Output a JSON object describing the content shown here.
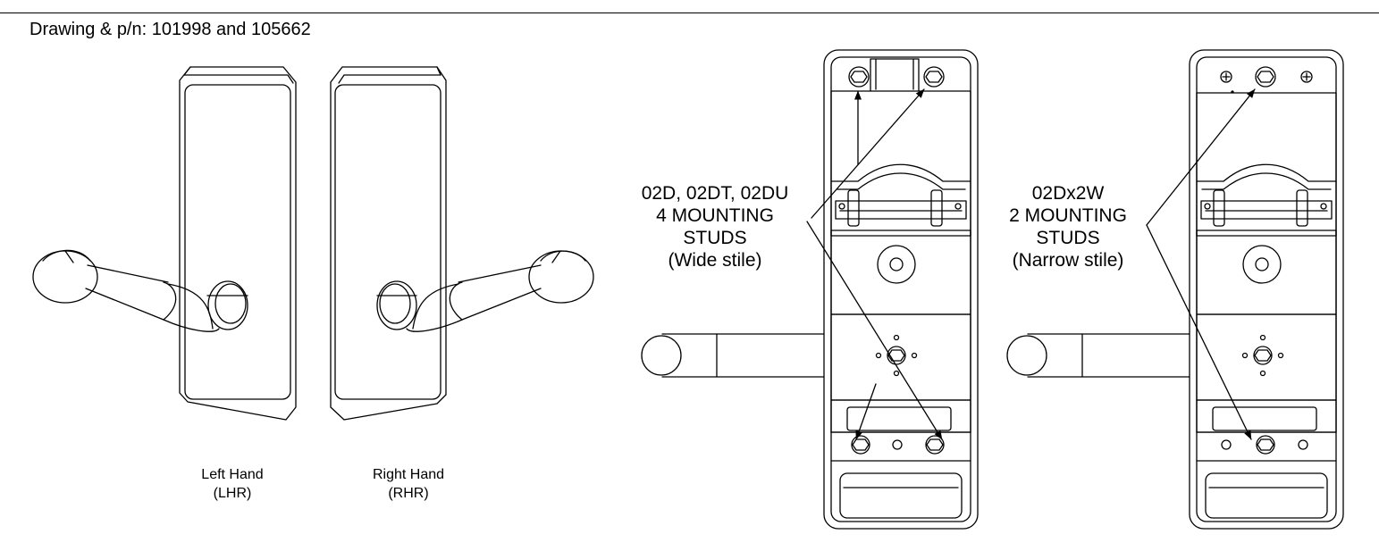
{
  "header": {
    "text": "Drawing & p/n: 101998 and 105662"
  },
  "trims": {
    "left": {
      "name": "Left Hand",
      "code": "(LHR)"
    },
    "right": {
      "name": "Right Hand",
      "code": "(RHR)"
    }
  },
  "callouts": {
    "wide": {
      "models": "02D, 02DT, 02DU",
      "studs": "4 MOUNTING",
      "unit": "STUDS",
      "stile": "(Wide stile)"
    },
    "narrow": {
      "models": "02Dx2W",
      "studs": "2 MOUNTING",
      "unit": "STUDS",
      "stile": "(Narrow stile)"
    }
  }
}
